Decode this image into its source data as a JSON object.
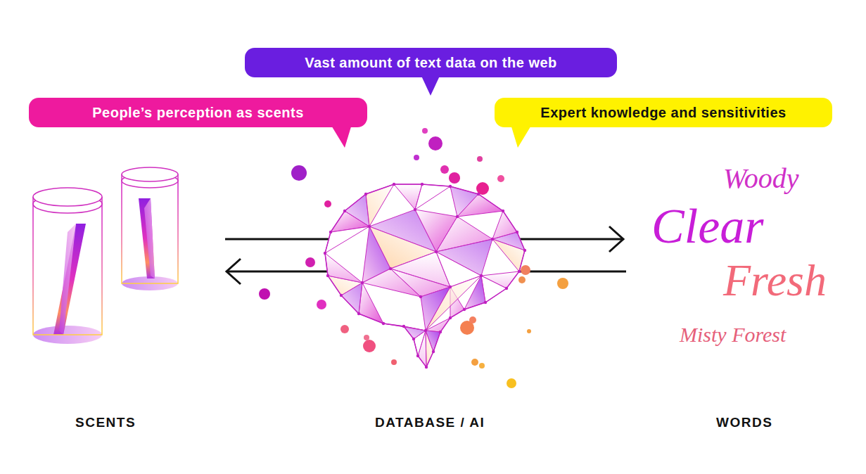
{
  "diagram": {
    "nodes": [
      {
        "text": [
          "Vast amount of text data on the web"
        ]
      },
      {
        "text": [
          "People’s perception as scents"
        ]
      },
      {
        "text": [
          "Expert knowledge and sensitivities"
        ]
      }
    ],
    "labels": [
      "Woody",
      "Clear",
      "Fresh",
      "Misty Forest",
      "SCENTS",
      "DATABASE / AI",
      "WORDS"
    ]
  }
}
